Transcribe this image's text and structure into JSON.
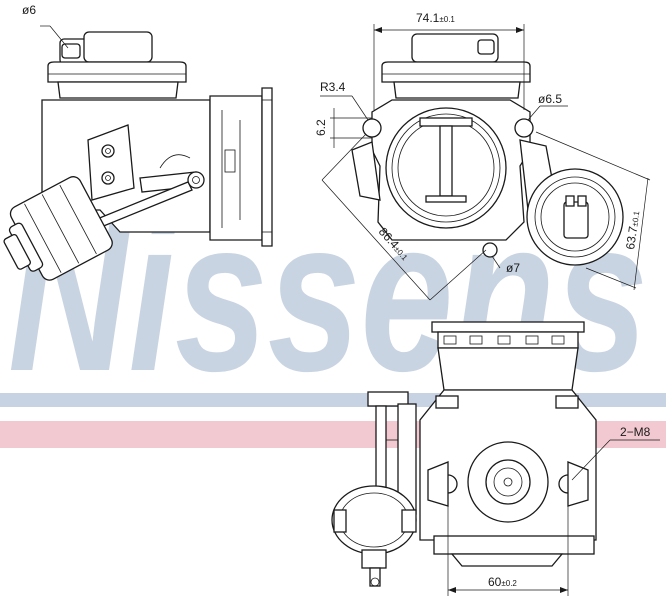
{
  "brand": {
    "watermark": "Nissens",
    "watermark_color": "#c9d4e3",
    "band_blue": "#c7d3e3",
    "band_red": "#f2c9d0"
  },
  "dimensions": {
    "pin_diameter": "ø6",
    "width_main": "74.1",
    "width_main_tol": "±0.1",
    "radius": "R3.4",
    "hole_diameter": "ø6.5",
    "offset": "6.2",
    "diagonal": "86.4",
    "diagonal_tol": "±0.1",
    "height_actuator": "63.7",
    "height_actuator_tol": "±0.1",
    "small_hole": "ø7",
    "threads": "2−M8",
    "bottom_width": "60",
    "bottom_width_tol": "±0.2"
  }
}
